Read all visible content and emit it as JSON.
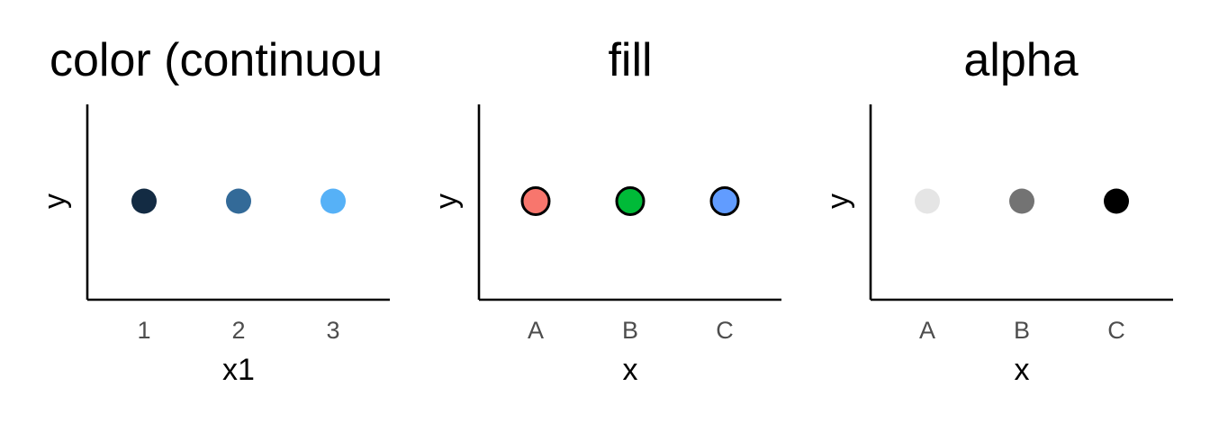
{
  "chart_data": [
    {
      "type": "scatter",
      "title": "color (continuou",
      "xlabel": "x1",
      "ylabel": "y",
      "categories": [
        "1",
        "2",
        "3"
      ],
      "x": [
        1,
        2,
        3
      ],
      "y": [
        1,
        1,
        1
      ],
      "point_colors": [
        "#132B43",
        "#336A98",
        "#56B1F7"
      ],
      "point_outline": "none",
      "grid": false,
      "legend": "none"
    },
    {
      "type": "scatter",
      "title": "fill",
      "xlabel": "x",
      "ylabel": "y",
      "categories": [
        "A",
        "B",
        "C"
      ],
      "x": [
        "A",
        "B",
        "C"
      ],
      "y": [
        1,
        1,
        1
      ],
      "point_colors": [
        "#F8766D",
        "#00BA38",
        "#619CFF"
      ],
      "point_outline": "#000000",
      "grid": false,
      "legend": "none"
    },
    {
      "type": "scatter",
      "title": "alpha",
      "xlabel": "x",
      "ylabel": "y",
      "categories": [
        "A",
        "B",
        "C"
      ],
      "x": [
        "A",
        "B",
        "C"
      ],
      "y": [
        1,
        1,
        1
      ],
      "point_colors": [
        "#000000",
        "#000000",
        "#000000"
      ],
      "point_alpha": [
        0.1,
        0.55,
        1.0
      ],
      "point_outline": "none",
      "grid": false,
      "legend": "none"
    }
  ]
}
